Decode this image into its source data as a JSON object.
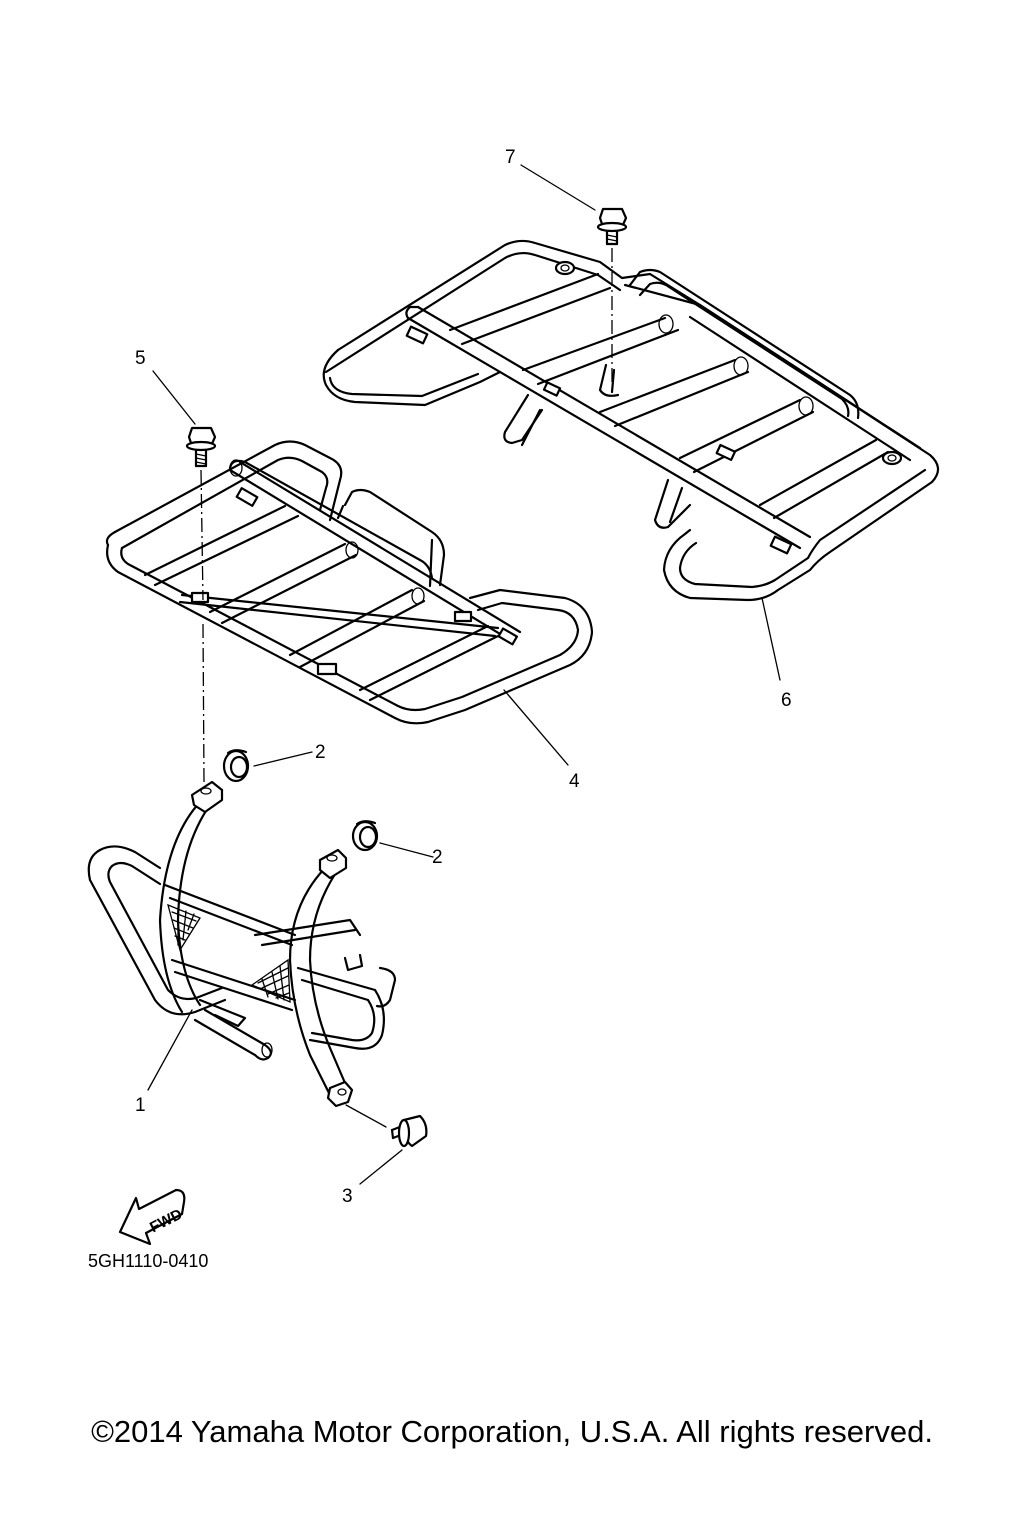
{
  "callouts": [
    {
      "id": "part-1",
      "label": "1"
    },
    {
      "id": "part-2a",
      "label": "2"
    },
    {
      "id": "part-2b",
      "label": "2"
    },
    {
      "id": "part-3",
      "label": "3"
    },
    {
      "id": "part-4",
      "label": "4"
    },
    {
      "id": "part-5",
      "label": "5"
    },
    {
      "id": "part-6",
      "label": "6"
    },
    {
      "id": "part-7",
      "label": "7"
    }
  ],
  "direction_arrow": "FWD",
  "diagram_code": "5GH1110-0410",
  "copyright": "©2014 Yamaha Motor Corporation, U.S.A. All rights reserved."
}
